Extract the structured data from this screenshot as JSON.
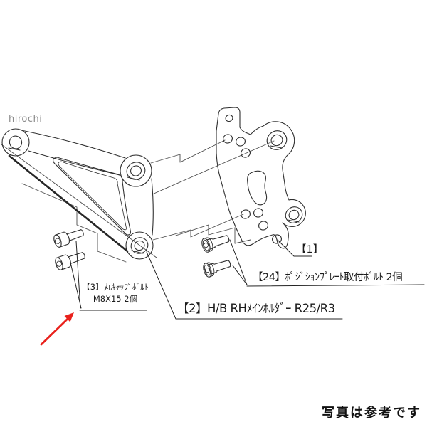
{
  "page": {
    "background": "#ffffff"
  },
  "watermark": {
    "text": "hirochi",
    "color": "#8a8a8a"
  },
  "diagram": {
    "type": "exploded-parts-drawing",
    "labels": {
      "part1": "【1】",
      "part2": "【2】H/B RHﾒｲﾝﾎﾙﾀﾞｰ R25/R3",
      "part3_line1": "【3】丸ｷｬｯﾌﾟﾎﾞﾙﾄ",
      "part3_line2": "M8X15 2個",
      "part24": "【24】ﾎﾟｼﾞｼｮﾝﾌﾟﾚｰﾄ取付ﾎﾞﾙﾄ 2個"
    },
    "colors": {
      "line": "#2f2f2f",
      "red_arrow": "#e9211c"
    }
  },
  "footer": {
    "note": "写真は参考です"
  }
}
